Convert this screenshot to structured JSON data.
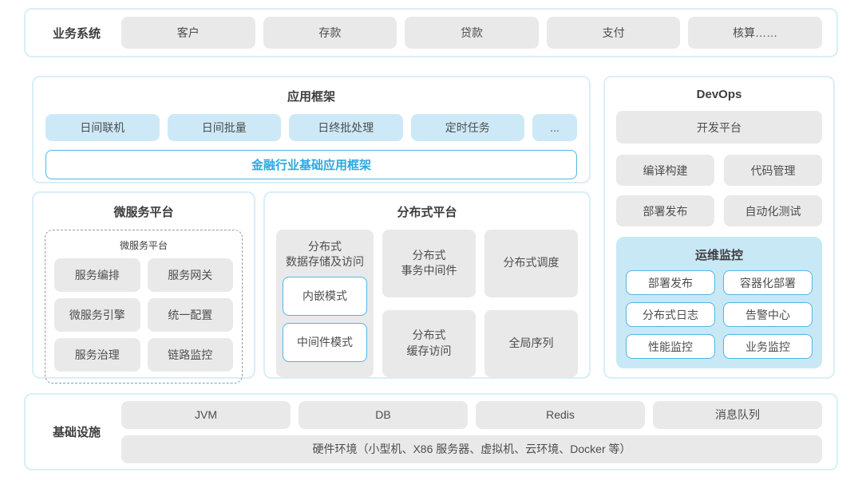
{
  "colors": {
    "panel_border": "#d9eef8",
    "gray_box": "#e9e9e9",
    "blue_box": "#cde9f7",
    "outline_blue": "#52b6e4",
    "accent_text": "#29a9e0",
    "monitor_bg": "#c9e8f6",
    "text": "#4d4d4d"
  },
  "business_row": {
    "label": "业务系统",
    "items": [
      "客户",
      "存款",
      "贷款",
      "支付",
      "核算……"
    ]
  },
  "app_framework": {
    "title": "应用框架",
    "items": [
      "日间联机",
      "日间批量",
      "日终批处理",
      "定时任务",
      "..."
    ],
    "base": "金融行业基础应用框架"
  },
  "microservice": {
    "title": "微服务平台",
    "inner_title": "微服务平台",
    "items": [
      "服务编排",
      "服务网关",
      "微服务引擎",
      "统一配置",
      "服务治理",
      "链路监控"
    ]
  },
  "distributed": {
    "title": "分布式平台",
    "storage": {
      "line1": "分布式",
      "line2": "数据存储及访问",
      "modes": [
        "内嵌模式",
        "中间件模式"
      ]
    },
    "cells": [
      {
        "line1": "分布式",
        "line2": "事务中间件"
      },
      {
        "line1": "分布式调度"
      },
      {
        "line1": "分布式",
        "line2": "缓存访问"
      },
      {
        "line1": "全局序列"
      }
    ]
  },
  "devops": {
    "title": "DevOps",
    "platform": "开发平台",
    "items": [
      "编译构建",
      "代码管理",
      "部署发布",
      "自动化测试"
    ],
    "monitor": {
      "title": "运维监控",
      "items": [
        "部署发布",
        "容器化部署",
        "分布式日志",
        "告警中心",
        "性能监控",
        "业务监控"
      ]
    }
  },
  "infrastructure": {
    "label": "基础设施",
    "items": [
      "JVM",
      "DB",
      "Redis",
      "消息队列"
    ],
    "hardware": "硬件环境（小型机、X86 服务器、虚拟机、云环境、Docker 等）"
  }
}
